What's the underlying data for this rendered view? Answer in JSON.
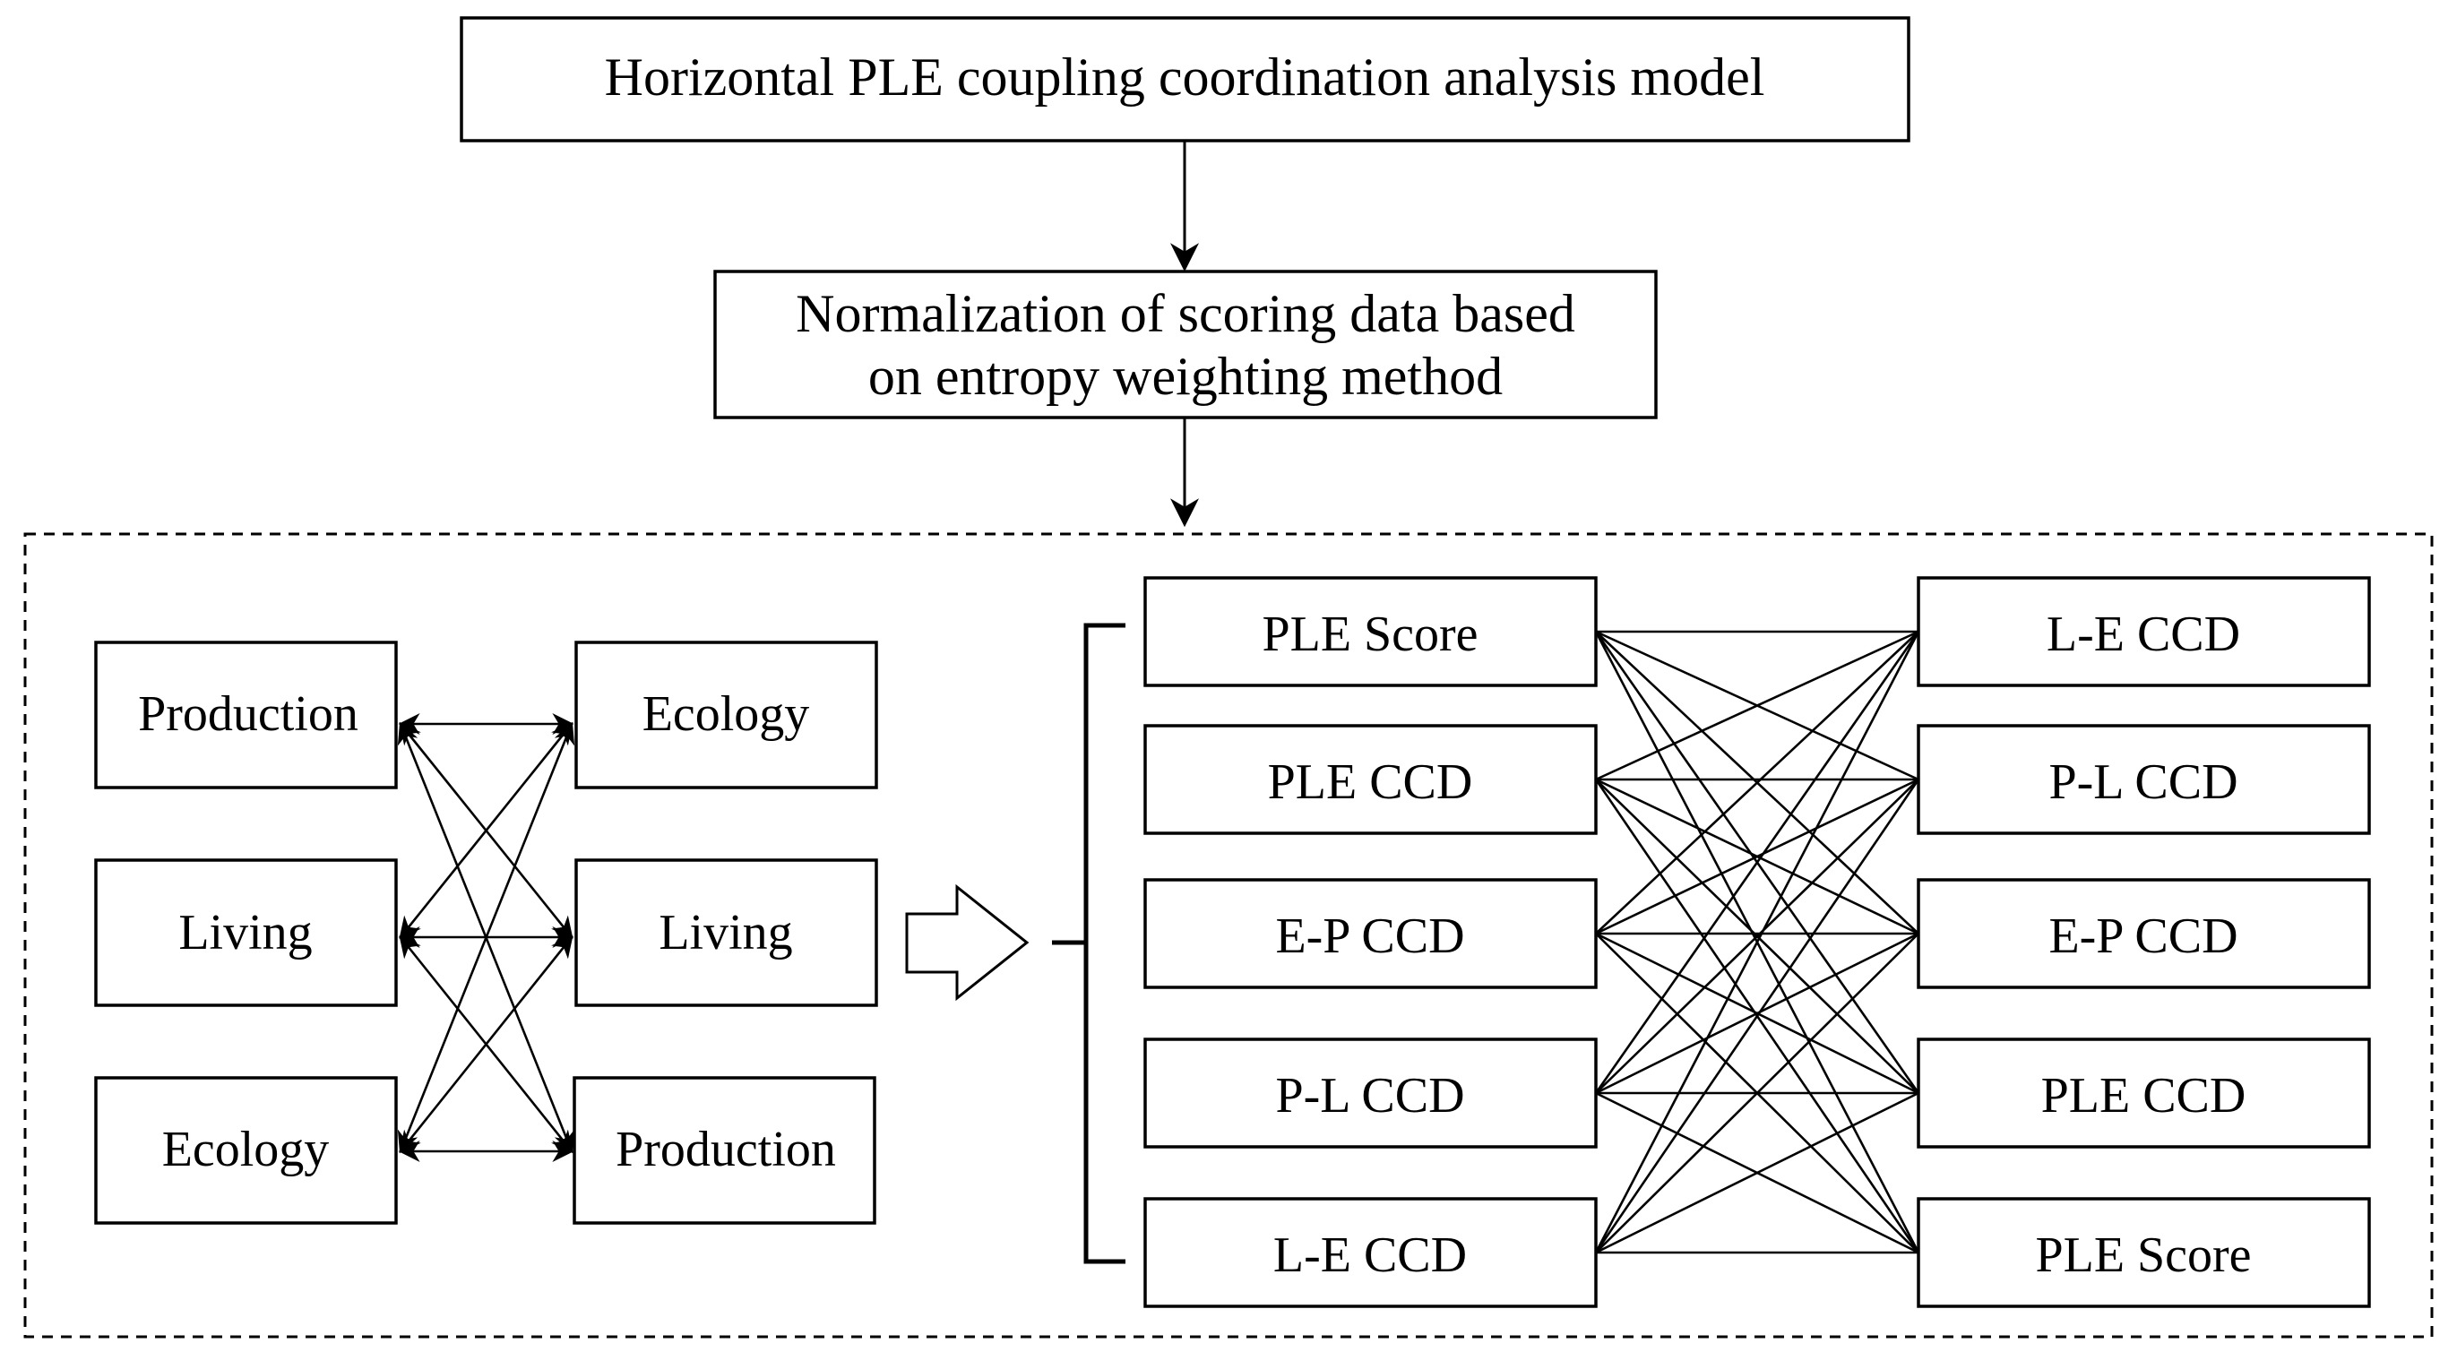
{
  "title": "Horizontal PLE coupling coordination analysis model",
  "step2": [
    "Normalization of scoring data based",
    "on entropy weighting method"
  ],
  "left_column": [
    "Production",
    "Living",
    "Ecology"
  ],
  "middle_column": [
    "Ecology",
    "Living",
    "Production"
  ],
  "right_left_column": [
    "PLE Score",
    "PLE CCD",
    "E-P CCD",
    "P-L CCD",
    "L-E CCD"
  ],
  "right_right_column": [
    "L-E CCD",
    "P-L CCD",
    "E-P CCD",
    "PLE CCD",
    "PLE Score"
  ]
}
